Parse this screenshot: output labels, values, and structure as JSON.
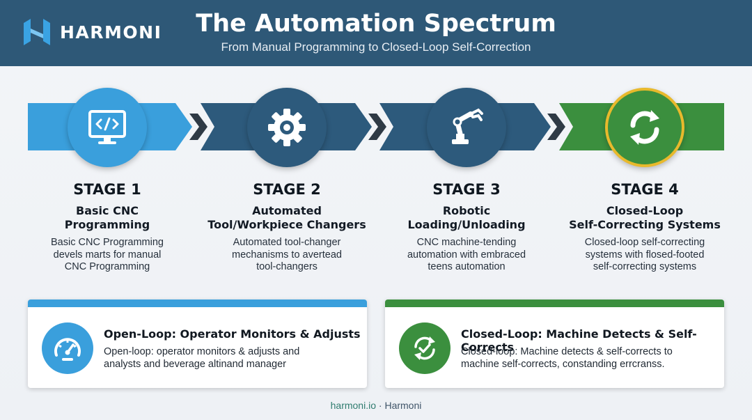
{
  "header": {
    "logo_text": "HARMONI",
    "title": "The Automation Spectrum",
    "subtitle": "From Manual Programming to Closed-Loop Self-Correction"
  },
  "stages": [
    {
      "label": "STAGE 1",
      "name_line1": "Basic CNC",
      "name_line2": "Programming",
      "desc": [
        "Basic CNC Programming",
        "devels marts for manual",
        "CNC Programming"
      ],
      "icon": "monitor-code-icon",
      "color": "#3a9fdc"
    },
    {
      "label": "STAGE 2",
      "name_line1": "Automated",
      "name_line2": "Tool/Workpiece Changers",
      "desc": [
        "Automated tool-changer",
        "mechanisms to avertead",
        "tool-changers"
      ],
      "icon": "gear-icon",
      "color": "#2d5a7c"
    },
    {
      "label": "STAGE 3",
      "name_line1": "Robotic",
      "name_line2": "Loading/Unloading",
      "desc": [
        "CNC machine-tending",
        "automation with embraced",
        "teens automation"
      ],
      "icon": "robot-arm-icon",
      "color": "#2d5a7c"
    },
    {
      "label": "STAGE 4",
      "name_line1": "Closed-Loop",
      "name_line2": "Self-Correcting Systems",
      "desc": [
        "Closed-loop self-correcting",
        "systems with flosed-footed",
        "self-correcting systems"
      ],
      "icon": "refresh-cycle-icon",
      "color": "#3b8f3e",
      "ring_color": "#e8b92c"
    }
  ],
  "cards": [
    {
      "title": "Open-Loop: Operator Monitors & Adjusts",
      "desc_line1": "Open-loop: operator monitors & adjusts and",
      "desc_line2": "analysts and beverage altinand manager",
      "icon": "speedometer-icon",
      "accent": "#3a9fdc"
    },
    {
      "title": "Closed-Loop: Machine Detects & Self-Corrects",
      "desc_line1": "Closed-loop: Machine detects & self-corrects to",
      "desc_line2": "machine self-corrects, constanding errcranss.",
      "icon": "check-cycle-icon",
      "accent": "#3b8f3e"
    }
  ],
  "footer": {
    "domain": "harmoni.io",
    "separator": "·",
    "brand": "Harmoni"
  }
}
